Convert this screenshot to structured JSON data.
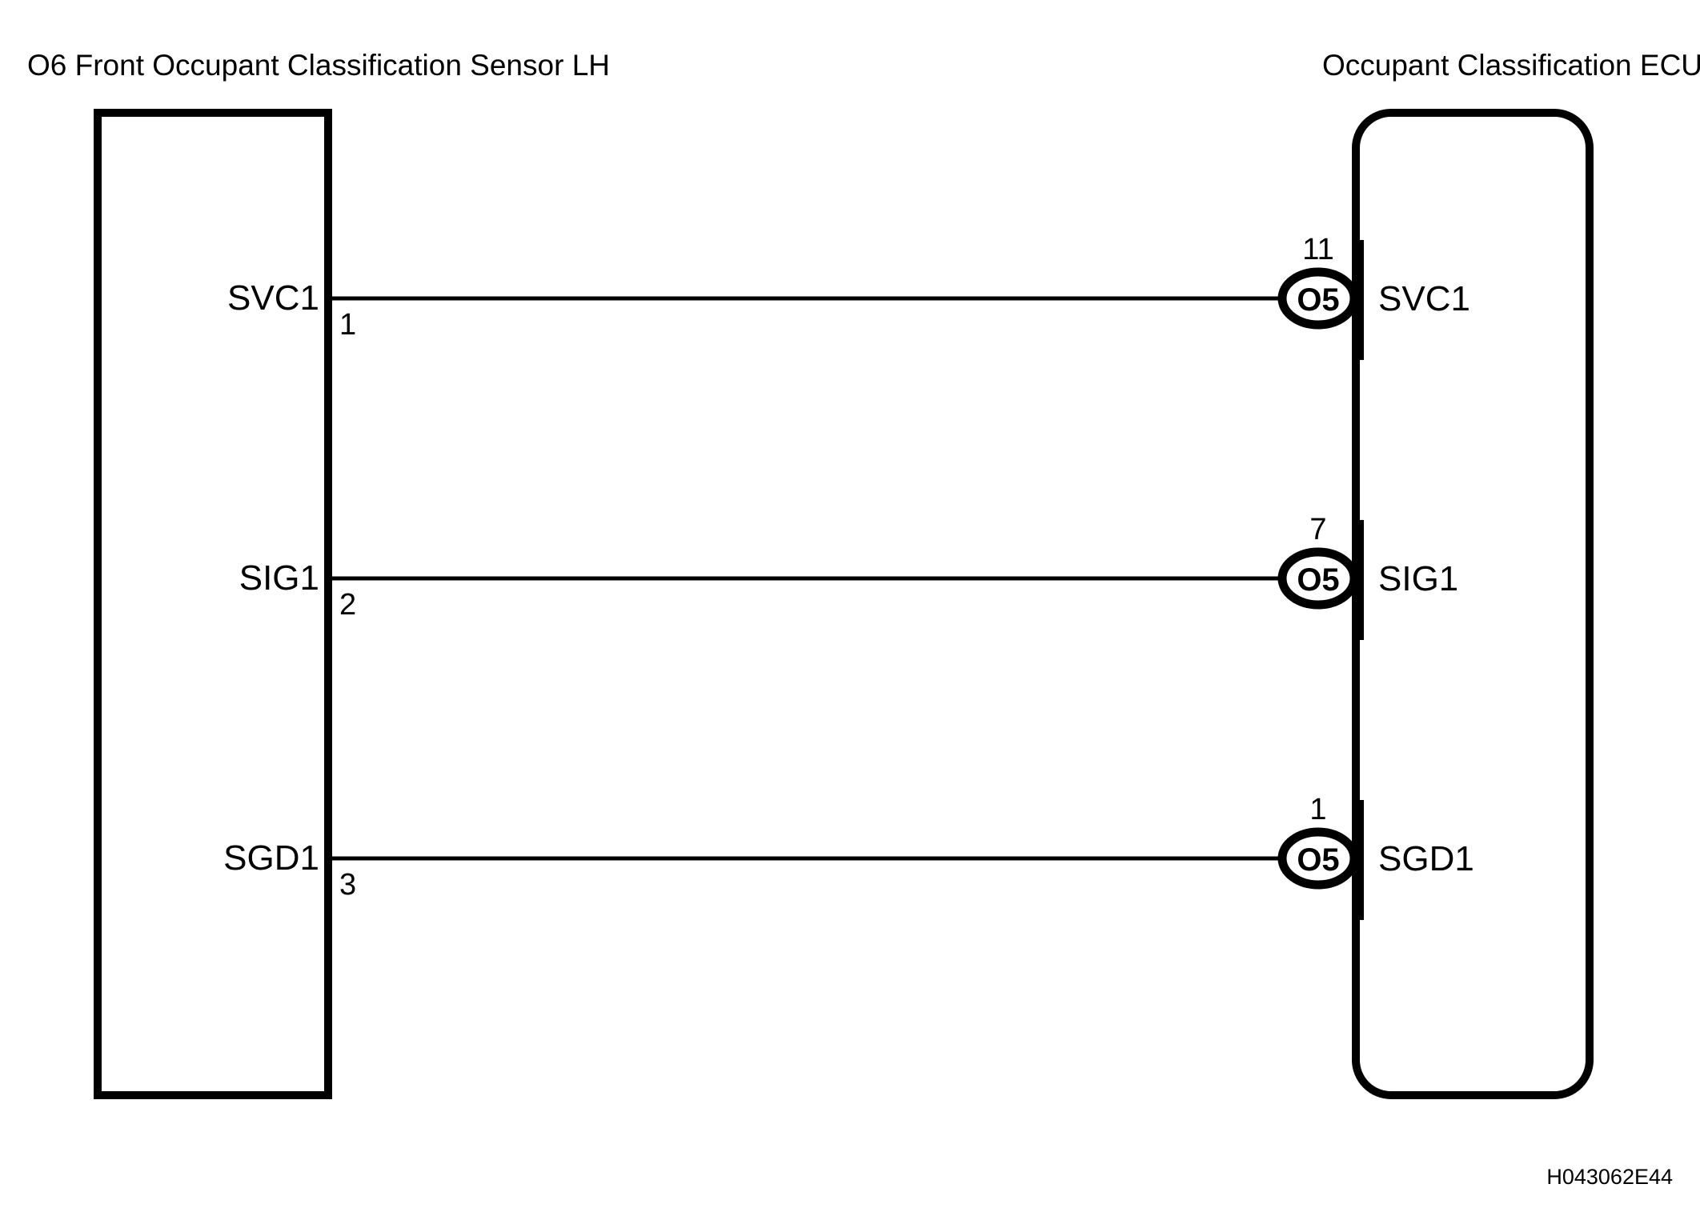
{
  "diagram": {
    "left_component": {
      "title": "O6 Front Occupant Classification Sensor LH",
      "shape": "rectangle"
    },
    "right_component": {
      "title": "Occupant Classification ECU",
      "shape": "rounded-rectangle"
    },
    "connections": [
      {
        "left_signal": "SVC1",
        "left_pin": "1",
        "right_signal": "SVC1",
        "right_pin": "11",
        "connector_code": "O5"
      },
      {
        "left_signal": "SIG1",
        "left_pin": "2",
        "right_signal": "SIG1",
        "right_pin": "7",
        "connector_code": "O5"
      },
      {
        "left_signal": "SGD1",
        "left_pin": "3",
        "right_signal": "SGD1",
        "right_pin": "1",
        "connector_code": "O5"
      }
    ],
    "footer_code": "H043062E44",
    "colors": {
      "line": "#000000",
      "background": "#ffffff",
      "text": "#000000"
    }
  }
}
